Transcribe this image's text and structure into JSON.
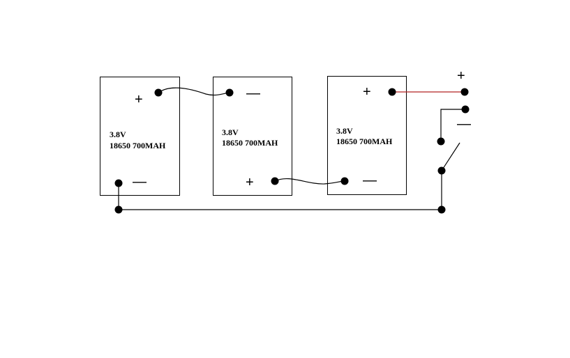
{
  "batteries": [
    {
      "voltage": "3.8V",
      "spec": "18650 700MAH"
    },
    {
      "voltage": "3.8V",
      "spec": "18650 700MAH"
    },
    {
      "voltage": "3.8V",
      "spec": "18650 700MAH"
    }
  ],
  "signs": {
    "plus": "+",
    "minus": "—"
  },
  "colors": {
    "red_wire": "#b22222",
    "wire": "#000000"
  }
}
